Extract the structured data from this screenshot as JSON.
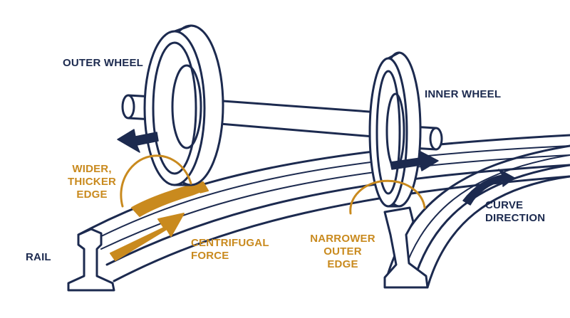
{
  "colors": {
    "navy": "#1c2a4f",
    "gold": "#c98a1e",
    "background": "#ffffff"
  },
  "labels": {
    "outer_wheel": "OUTER WHEEL",
    "inner_wheel": "INNER WHEEL",
    "wider_edge": [
      "WIDER,",
      "THICKER",
      "EDGE"
    ],
    "centrifugal_force": [
      "CENTRIFUGAL",
      "FORCE"
    ],
    "rail": "RAIL",
    "narrower_edge": [
      "NARROWER",
      "OUTER",
      "EDGE"
    ],
    "curve_direction": [
      "CURVE",
      "DIRECTION"
    ]
  }
}
